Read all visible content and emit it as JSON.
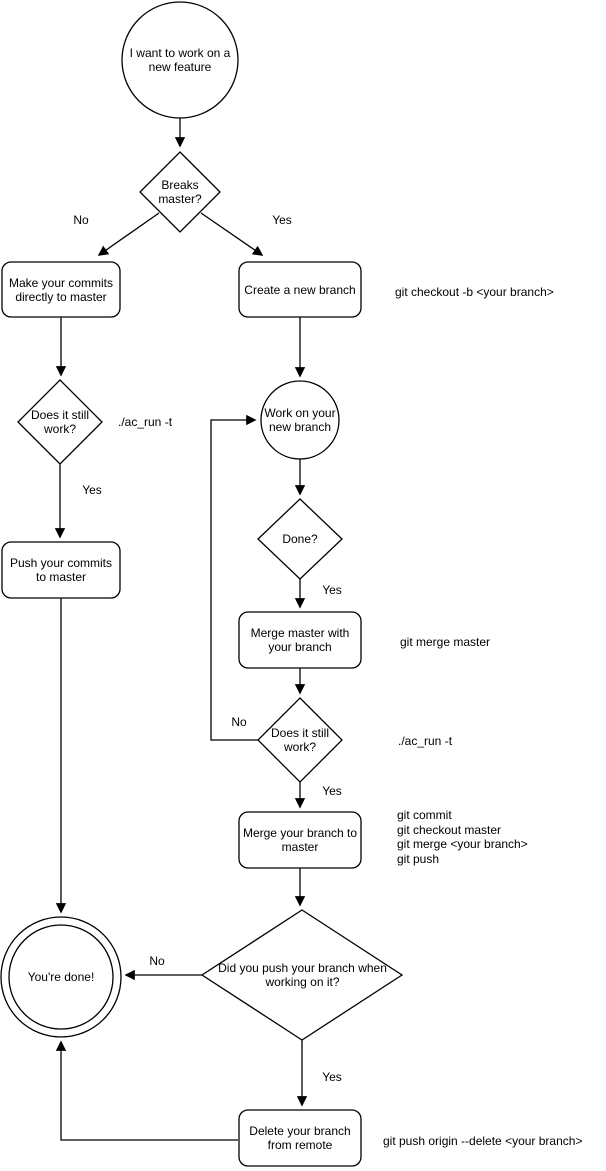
{
  "diagram": {
    "colors": {
      "stroke": "#000000",
      "shape_fill": "#ffffff",
      "text": "#000000"
    },
    "nodes": {
      "start": {
        "type": "circle",
        "label": "I want to work on a new feature"
      },
      "breaks_master": {
        "type": "decision",
        "label": "Breaks master?"
      },
      "commit_master": {
        "type": "process",
        "label": "Make your commits directly to master"
      },
      "create_branch": {
        "type": "process",
        "label": "Create a new branch"
      },
      "still_work_1": {
        "type": "decision",
        "label": "Does it still work?"
      },
      "work_branch": {
        "type": "circle",
        "label": "Work on your new branch"
      },
      "push_master": {
        "type": "process",
        "label": "Push your commits to master"
      },
      "done_q": {
        "type": "decision",
        "label": "Done?"
      },
      "merge_master": {
        "type": "process",
        "label": "Merge master with your branch"
      },
      "still_work_2": {
        "type": "decision",
        "label": "Does it still work?"
      },
      "merge_branch": {
        "type": "process",
        "label": "Merge your branch to master"
      },
      "did_push": {
        "type": "decision",
        "label": "Did you push your branch when working on it?"
      },
      "youre_done": {
        "type": "double-circle",
        "label": "You're done!"
      },
      "delete_remote": {
        "type": "process",
        "label": "Delete your branch from remote"
      }
    },
    "edge_labels": {
      "breaks_no": "No",
      "breaks_yes": "Yes",
      "still1_yes": "Yes",
      "done_yes": "Yes",
      "still2_no": "No",
      "still2_yes": "Yes",
      "didpush_no": "No",
      "didpush_yes": "Yes"
    },
    "annotations": {
      "create_branch_cmd": "git checkout -b <your branch>",
      "test_cmd_1": "./ac_run -t",
      "merge_master_cmd": "git merge master",
      "test_cmd_2": "./ac_run -t",
      "merge_branch_cmds": [
        "git commit",
        "git checkout master",
        "git merge <your branch>",
        "git push"
      ],
      "delete_remote_cmd": "git push origin --delete <your branch>"
    }
  }
}
